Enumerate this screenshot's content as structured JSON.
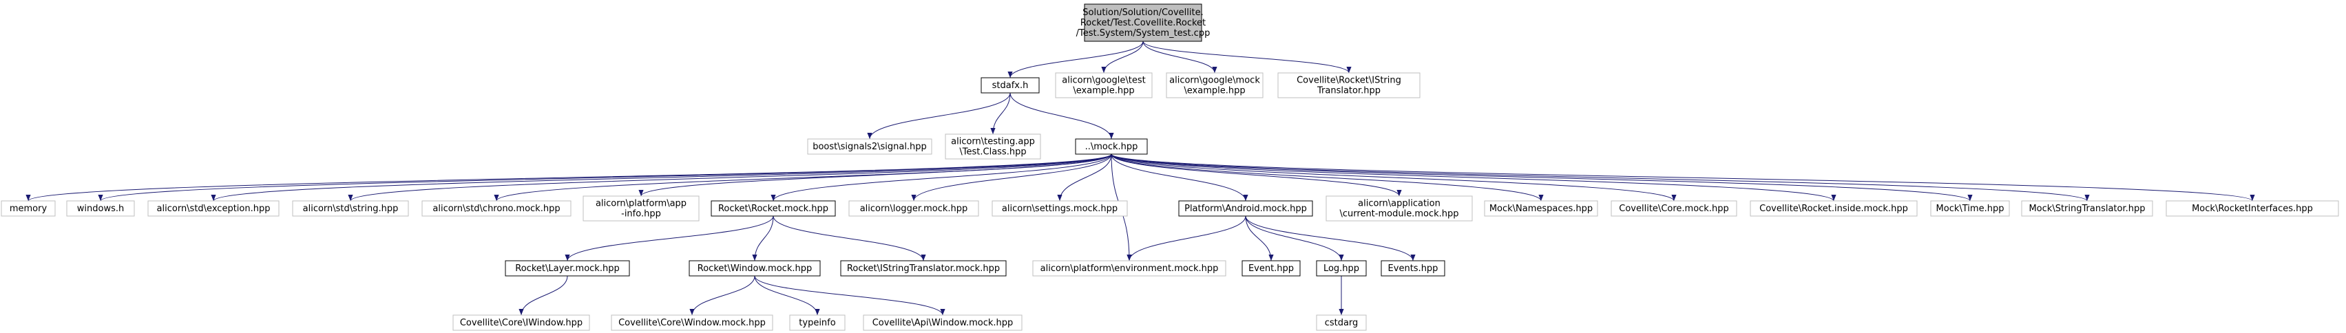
{
  "nodes": {
    "root": {
      "lines": [
        "Solution/Solution/Covellite.",
        "Rocket/Test.Covellite.Rocket",
        "/Test.System/System_test.cpp"
      ],
      "style": "root"
    },
    "stdafx": {
      "lines": [
        "stdafx.h"
      ],
      "style": "strong"
    },
    "g_test": {
      "lines": [
        "alicorn\\google\\test",
        "\\example.hpp"
      ],
      "style": "muted"
    },
    "g_mock": {
      "lines": [
        "alicorn\\google\\mock",
        "\\example.hpp"
      ],
      "style": "muted"
    },
    "istr": {
      "lines": [
        "Covellite\\Rocket\\IString",
        "Translator.hpp"
      ],
      "style": "muted"
    },
    "boost": {
      "lines": [
        "boost\\signals2\\signal.hpp"
      ],
      "style": "muted"
    },
    "testclass": {
      "lines": [
        "alicorn\\testing.app",
        "\\Test.Class.hpp"
      ],
      "style": "muted"
    },
    "mockhpp": {
      "lines": [
        "..\\mock.hpp"
      ],
      "style": "strong"
    },
    "memory": {
      "lines": [
        "memory"
      ],
      "style": "muted"
    },
    "windows": {
      "lines": [
        "windows.h"
      ],
      "style": "muted"
    },
    "exception": {
      "lines": [
        "alicorn\\std\\exception.hpp"
      ],
      "style": "muted"
    },
    "string": {
      "lines": [
        "alicorn\\std\\string.hpp"
      ],
      "style": "muted"
    },
    "chrono": {
      "lines": [
        "alicorn\\std\\chrono.mock.hpp"
      ],
      "style": "muted"
    },
    "appinfo": {
      "lines": [
        "alicorn\\platform\\app",
        "-info.hpp"
      ],
      "style": "muted"
    },
    "rocketmock": {
      "lines": [
        "Rocket\\Rocket.mock.hpp"
      ],
      "style": "strong"
    },
    "logger": {
      "lines": [
        "alicorn\\logger.mock.hpp"
      ],
      "style": "muted"
    },
    "settings": {
      "lines": [
        "alicorn\\settings.mock.hpp"
      ],
      "style": "muted"
    },
    "envmock": {
      "lines": [
        "alicorn\\platform\\environment.mock.hpp"
      ],
      "style": "muted"
    },
    "android": {
      "lines": [
        "Platform\\Android.mock.hpp"
      ],
      "style": "strong"
    },
    "curmodule": {
      "lines": [
        "alicorn\\application",
        "\\current-module.mock.hpp"
      ],
      "style": "muted"
    },
    "namespaces": {
      "lines": [
        "Mock\\Namespaces.hpp"
      ],
      "style": "muted"
    },
    "coremock": {
      "lines": [
        "Covellite\\Core.mock.hpp"
      ],
      "style": "muted"
    },
    "rinside": {
      "lines": [
        "Covellite\\Rocket.inside.mock.hpp"
      ],
      "style": "muted"
    },
    "time": {
      "lines": [
        "Mock\\Time.hpp"
      ],
      "style": "muted"
    },
    "strtrans": {
      "lines": [
        "Mock\\StringTranslator.hpp"
      ],
      "style": "muted"
    },
    "rinterfaces": {
      "lines": [
        "Mock\\RocketInterfaces.hpp"
      ],
      "style": "muted"
    },
    "layer": {
      "lines": [
        "Rocket\\Layer.mock.hpp"
      ],
      "style": "strong"
    },
    "window": {
      "lines": [
        "Rocket\\Window.mock.hpp"
      ],
      "style": "strong"
    },
    "istrmock": {
      "lines": [
        "Rocket\\IStringTranslator.mock.hpp"
      ],
      "style": "strong"
    },
    "event": {
      "lines": [
        "Event.hpp"
      ],
      "style": "strong"
    },
    "log": {
      "lines": [
        "Log.hpp"
      ],
      "style": "strong"
    },
    "events": {
      "lines": [
        "Events.hpp"
      ],
      "style": "strong"
    },
    "iwindow": {
      "lines": [
        "Covellite\\Core\\IWindow.hpp"
      ],
      "style": "muted"
    },
    "corewindow": {
      "lines": [
        "Covellite\\Core\\Window.mock.hpp"
      ],
      "style": "muted"
    },
    "typeinfo": {
      "lines": [
        "typeinfo"
      ],
      "style": "muted"
    },
    "apiwindow": {
      "lines": [
        "Covellite\\Api\\Window.mock.hpp"
      ],
      "style": "muted"
    },
    "cstdarg": {
      "lines": [
        "cstdarg"
      ],
      "style": "muted"
    }
  },
  "edges": [
    [
      "root",
      "stdafx"
    ],
    [
      "root",
      "g_test"
    ],
    [
      "root",
      "g_mock"
    ],
    [
      "root",
      "istr"
    ],
    [
      "stdafx",
      "boost"
    ],
    [
      "stdafx",
      "testclass"
    ],
    [
      "stdafx",
      "mockhpp"
    ],
    [
      "mockhpp",
      "memory"
    ],
    [
      "mockhpp",
      "windows"
    ],
    [
      "mockhpp",
      "exception"
    ],
    [
      "mockhpp",
      "string"
    ],
    [
      "mockhpp",
      "chrono"
    ],
    [
      "mockhpp",
      "appinfo"
    ],
    [
      "mockhpp",
      "rocketmock"
    ],
    [
      "mockhpp",
      "logger"
    ],
    [
      "mockhpp",
      "settings"
    ],
    [
      "mockhpp",
      "envmock"
    ],
    [
      "mockhpp",
      "android"
    ],
    [
      "mockhpp",
      "curmodule"
    ],
    [
      "mockhpp",
      "namespaces"
    ],
    [
      "mockhpp",
      "coremock"
    ],
    [
      "mockhpp",
      "rinside"
    ],
    [
      "mockhpp",
      "time"
    ],
    [
      "mockhpp",
      "strtrans"
    ],
    [
      "mockhpp",
      "rinterfaces"
    ],
    [
      "rocketmock",
      "layer"
    ],
    [
      "rocketmock",
      "window"
    ],
    [
      "rocketmock",
      "istrmock"
    ],
    [
      "layer",
      "iwindow"
    ],
    [
      "window",
      "corewindow"
    ],
    [
      "window",
      "typeinfo"
    ],
    [
      "window",
      "apiwindow"
    ],
    [
      "android",
      "envmock"
    ],
    [
      "android",
      "event"
    ],
    [
      "android",
      "log"
    ],
    [
      "android",
      "events"
    ],
    [
      "log",
      "cstdarg"
    ]
  ],
  "colors": {
    "root_fill": "#bfbfbf",
    "strong_border": "#000000",
    "muted_border": "#bfbfbf",
    "edge": "#191970",
    "text": "#000000"
  }
}
